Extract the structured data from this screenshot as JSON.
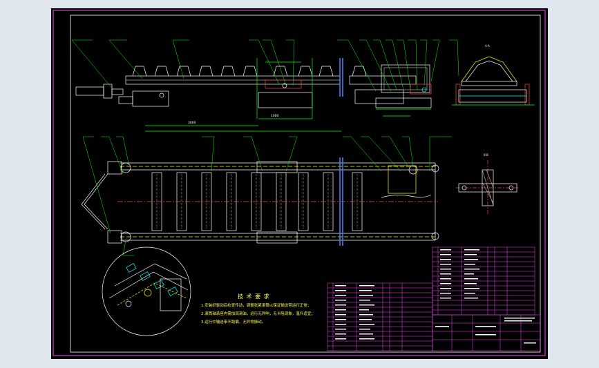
{
  "drawing": {
    "notes_title": "技 术 要 求",
    "notes": [
      "1.安装好驱动后检查传动，调整张紧滚筒以保证输送带运行正常；",
      "2.滚筒轴承座内需加润滑油，运行无异响，无卡阻现象，温升适宜；",
      "3.运行中输送带不跑偏，无异常振动。"
    ],
    "section_labels": [
      "A-A",
      "B-B"
    ],
    "dimension_labels": [
      "3000",
      "1000"
    ]
  }
}
